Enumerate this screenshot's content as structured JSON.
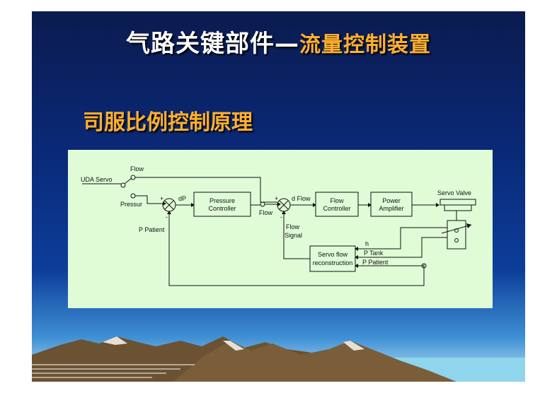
{
  "slide": {
    "title_main": "气路关键部件—",
    "title_accent": "流量控制装置",
    "subtitle": "司服比例控制原理"
  },
  "diagram": {
    "labels": {
      "uda_servo": "UDA Servo",
      "flow_top": "Flow",
      "pressur": "Pressur",
      "dp": "dP",
      "p_patient_left": "P Patient",
      "pressure_controller_1": "Pressure",
      "pressure_controller_2": "Controller",
      "flow_mid": "Flow",
      "d_flow": "d Flow",
      "flow_controller_1": "Flow",
      "flow_controller_2": "Controller",
      "power_amp_1": "Power",
      "power_amp_2": "Amplifier",
      "servo_valve": "Servo Valve",
      "flow_signal_1": "Flow",
      "flow_signal_2": "Signal",
      "h": "h",
      "p_tank": "P Tank",
      "p_patient_right": "P Patient",
      "servo_flow_1": "Servo flow",
      "servo_flow_2": "reconstruction",
      "plus": "+",
      "minus": "-"
    }
  },
  "colors": {
    "accent": "#ffb030",
    "diagram_bg": "#dffcd7"
  }
}
